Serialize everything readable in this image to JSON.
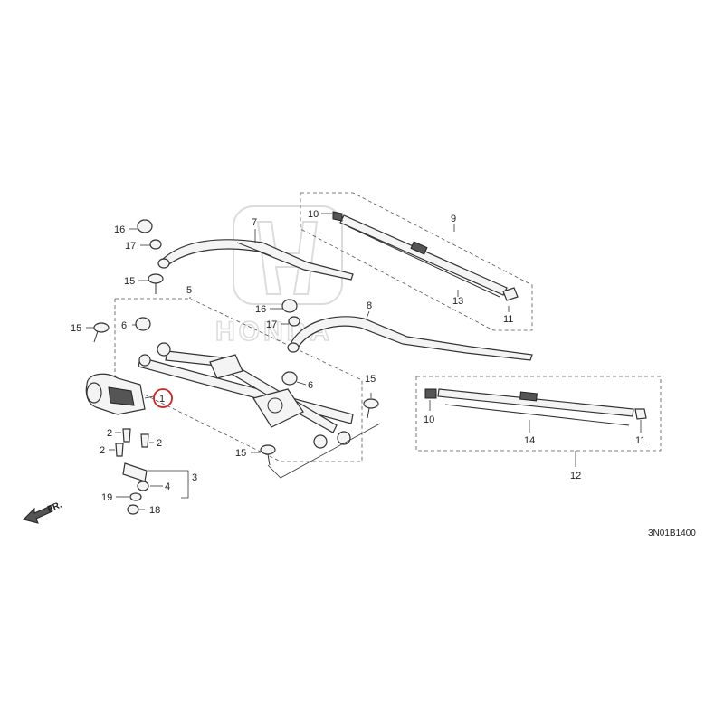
{
  "diagram_code": "3N01B1400",
  "direction_label": "FR.",
  "watermark": "HONDA",
  "callouts": [
    {
      "id": "c1",
      "label": "1"
    },
    {
      "id": "c2a",
      "label": "2"
    },
    {
      "id": "c2b",
      "label": "2"
    },
    {
      "id": "c2c",
      "label": "2"
    },
    {
      "id": "c3",
      "label": "3"
    },
    {
      "id": "c4",
      "label": "4"
    },
    {
      "id": "c5",
      "label": "5"
    },
    {
      "id": "c6a",
      "label": "6"
    },
    {
      "id": "c6b",
      "label": "6"
    },
    {
      "id": "c7",
      "label": "7"
    },
    {
      "id": "c8",
      "label": "8"
    },
    {
      "id": "c9",
      "label": "9"
    },
    {
      "id": "c10a",
      "label": "10"
    },
    {
      "id": "c10b",
      "label": "10"
    },
    {
      "id": "c11a",
      "label": "11"
    },
    {
      "id": "c11b",
      "label": "11"
    },
    {
      "id": "c12",
      "label": "12"
    },
    {
      "id": "c13",
      "label": "13"
    },
    {
      "id": "c14",
      "label": "14"
    },
    {
      "id": "c15a",
      "label": "15"
    },
    {
      "id": "c15b",
      "label": "15"
    },
    {
      "id": "c15c",
      "label": "15"
    },
    {
      "id": "c15d",
      "label": "15"
    },
    {
      "id": "c16a",
      "label": "16"
    },
    {
      "id": "c16b",
      "label": "16"
    },
    {
      "id": "c17a",
      "label": "17"
    },
    {
      "id": "c17b",
      "label": "17"
    },
    {
      "id": "c18",
      "label": "18"
    },
    {
      "id": "c19",
      "label": "19"
    }
  ],
  "highlighted_part": "1",
  "colors": {
    "highlight": "#d32020",
    "line": "#333333",
    "watermark": "#dcdcdc"
  }
}
